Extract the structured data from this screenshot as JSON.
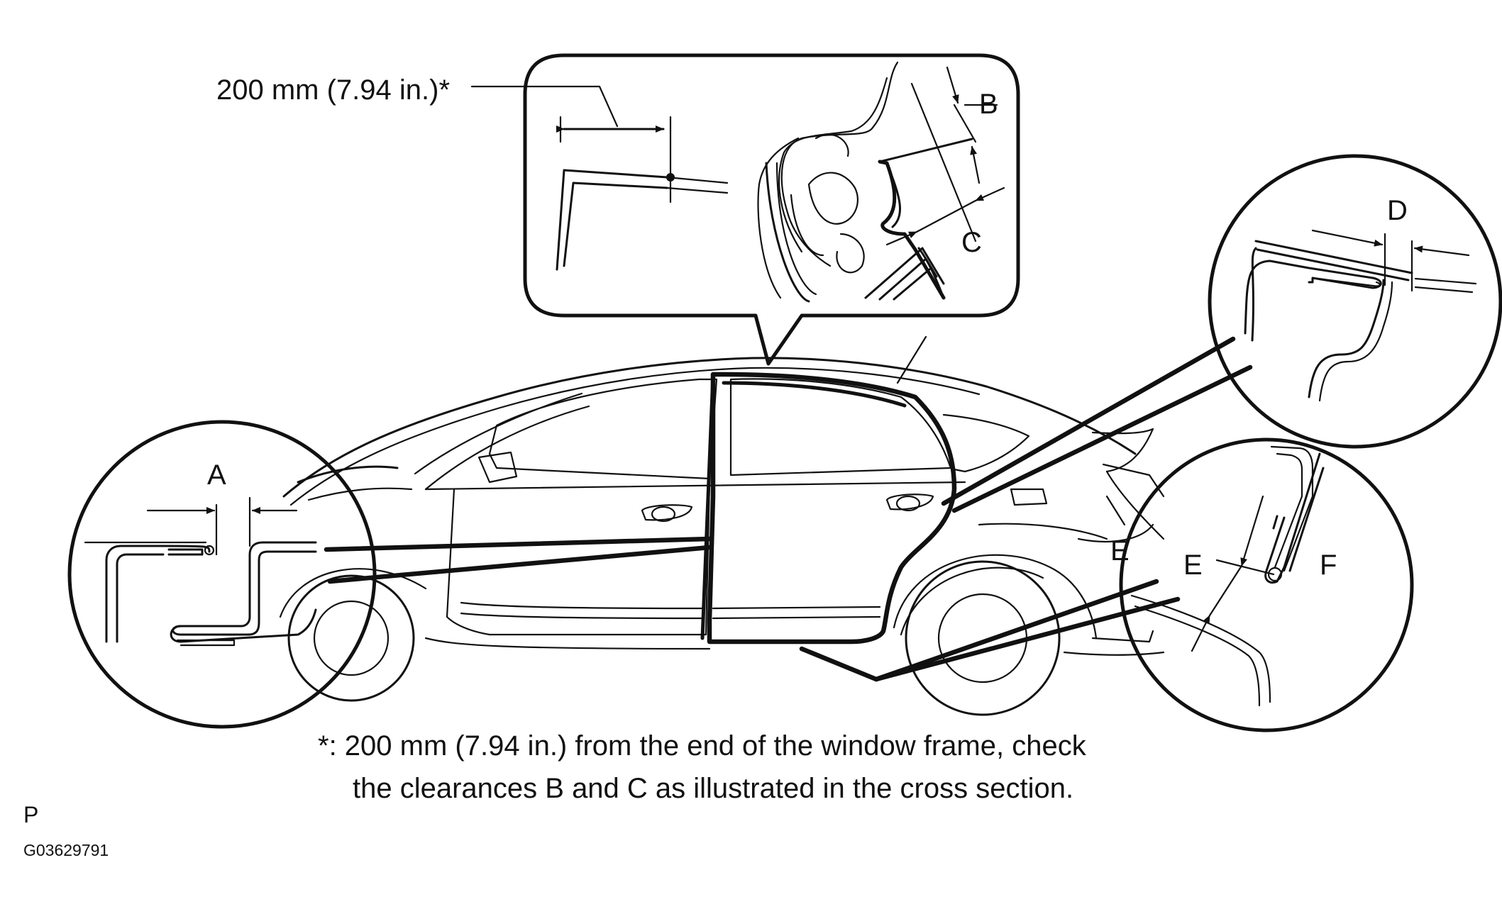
{
  "callout_top": {
    "dimension_label": "200 mm (7.94 in.)*",
    "label_b": "B",
    "label_c": "C"
  },
  "callout_left": {
    "label_a": "A"
  },
  "callout_right_top": {
    "label_d": "D"
  },
  "callout_right_bottom": {
    "label_e": "E",
    "label_f": "F"
  },
  "car": {
    "label_e": "E"
  },
  "footnote": {
    "line1": "*: 200 mm (7.94 in.) from the end of the window frame, check",
    "line2": "the clearances B and C as illustrated in the cross section."
  },
  "page_marker": "P",
  "figure_code": "G03629791"
}
